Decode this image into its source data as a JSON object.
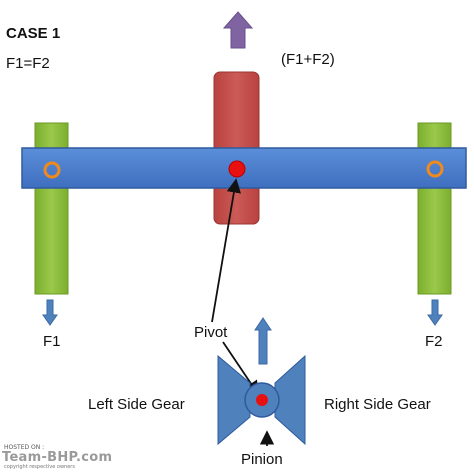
{
  "labels": {
    "case_title": "CASE 1",
    "force_equation": "F1=F2",
    "sum_force": "(F1+F2)",
    "f1": "F1",
    "f2": "F2",
    "pivot": "Pivot",
    "left_side_gear": "Left Side Gear",
    "right_side_gear": "Right Side Gear",
    "pinion": "Pinion"
  },
  "watermark": {
    "hosted_on": "HOSTED ON :",
    "brand": "Team-BHP.com",
    "copyright": "copyright respective owners"
  },
  "colors": {
    "beam_blue": "#4a7ccf",
    "beam_border": "#2f5a9e",
    "green_bar": "#8bbb3b",
    "red_block": "#c0504d",
    "purple_arrow": "#8064a2",
    "arrow_blue": "#4f81bd",
    "pivot_red": "#e81010",
    "ring_orange": "#f08a1c"
  }
}
